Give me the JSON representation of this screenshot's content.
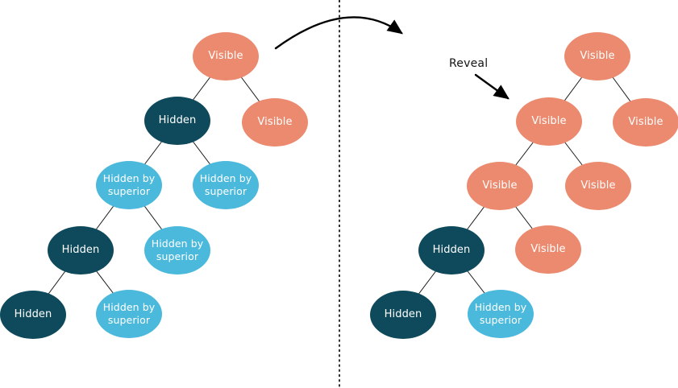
{
  "diagram": {
    "title_visible_on_screen": "",
    "annotation": {
      "reveal_label": "Reveal"
    },
    "colors": {
      "visible_fill": "#EB8A6E",
      "hidden_fill": "#0E4A5B",
      "hidden_by_superior_fill": "#4BB9DC",
      "edge_stroke": "#1a1a1a",
      "arrow_stroke": "#000000",
      "text_on_node": "#ffffff",
      "background": "#ffffff"
    },
    "before_tree": {
      "nodes": [
        {
          "label": "Visible",
          "state": "visible"
        },
        {
          "label": "Hidden",
          "state": "hidden"
        },
        {
          "label": "Visible",
          "state": "visible"
        },
        {
          "label": "Hidden by superior",
          "state": "hidden-by-superior"
        },
        {
          "label": "Hidden by superior",
          "state": "hidden-by-superior"
        },
        {
          "label": "Hidden",
          "state": "hidden"
        },
        {
          "label": "Hidden by superior",
          "state": "hidden-by-superior"
        },
        {
          "label": "Hidden",
          "state": "hidden"
        },
        {
          "label": "Hidden by superior",
          "state": "hidden-by-superior"
        }
      ],
      "edges": [
        [
          0,
          1
        ],
        [
          0,
          2
        ],
        [
          1,
          3
        ],
        [
          1,
          4
        ],
        [
          3,
          5
        ],
        [
          3,
          6
        ],
        [
          5,
          7
        ],
        [
          5,
          8
        ]
      ]
    },
    "after_tree": {
      "nodes": [
        {
          "label": "Visible",
          "state": "visible"
        },
        {
          "label": "Visible",
          "state": "visible"
        },
        {
          "label": "Visible",
          "state": "visible"
        },
        {
          "label": "Visible",
          "state": "visible"
        },
        {
          "label": "Visible",
          "state": "visible"
        },
        {
          "label": "Hidden",
          "state": "hidden"
        },
        {
          "label": "Visible",
          "state": "visible"
        },
        {
          "label": "Hidden",
          "state": "hidden"
        },
        {
          "label": "Hidden by superior",
          "state": "hidden-by-superior"
        }
      ],
      "edges": [
        [
          0,
          1
        ],
        [
          0,
          2
        ],
        [
          1,
          3
        ],
        [
          1,
          4
        ],
        [
          3,
          5
        ],
        [
          3,
          6
        ],
        [
          5,
          7
        ],
        [
          5,
          8
        ]
      ]
    }
  }
}
